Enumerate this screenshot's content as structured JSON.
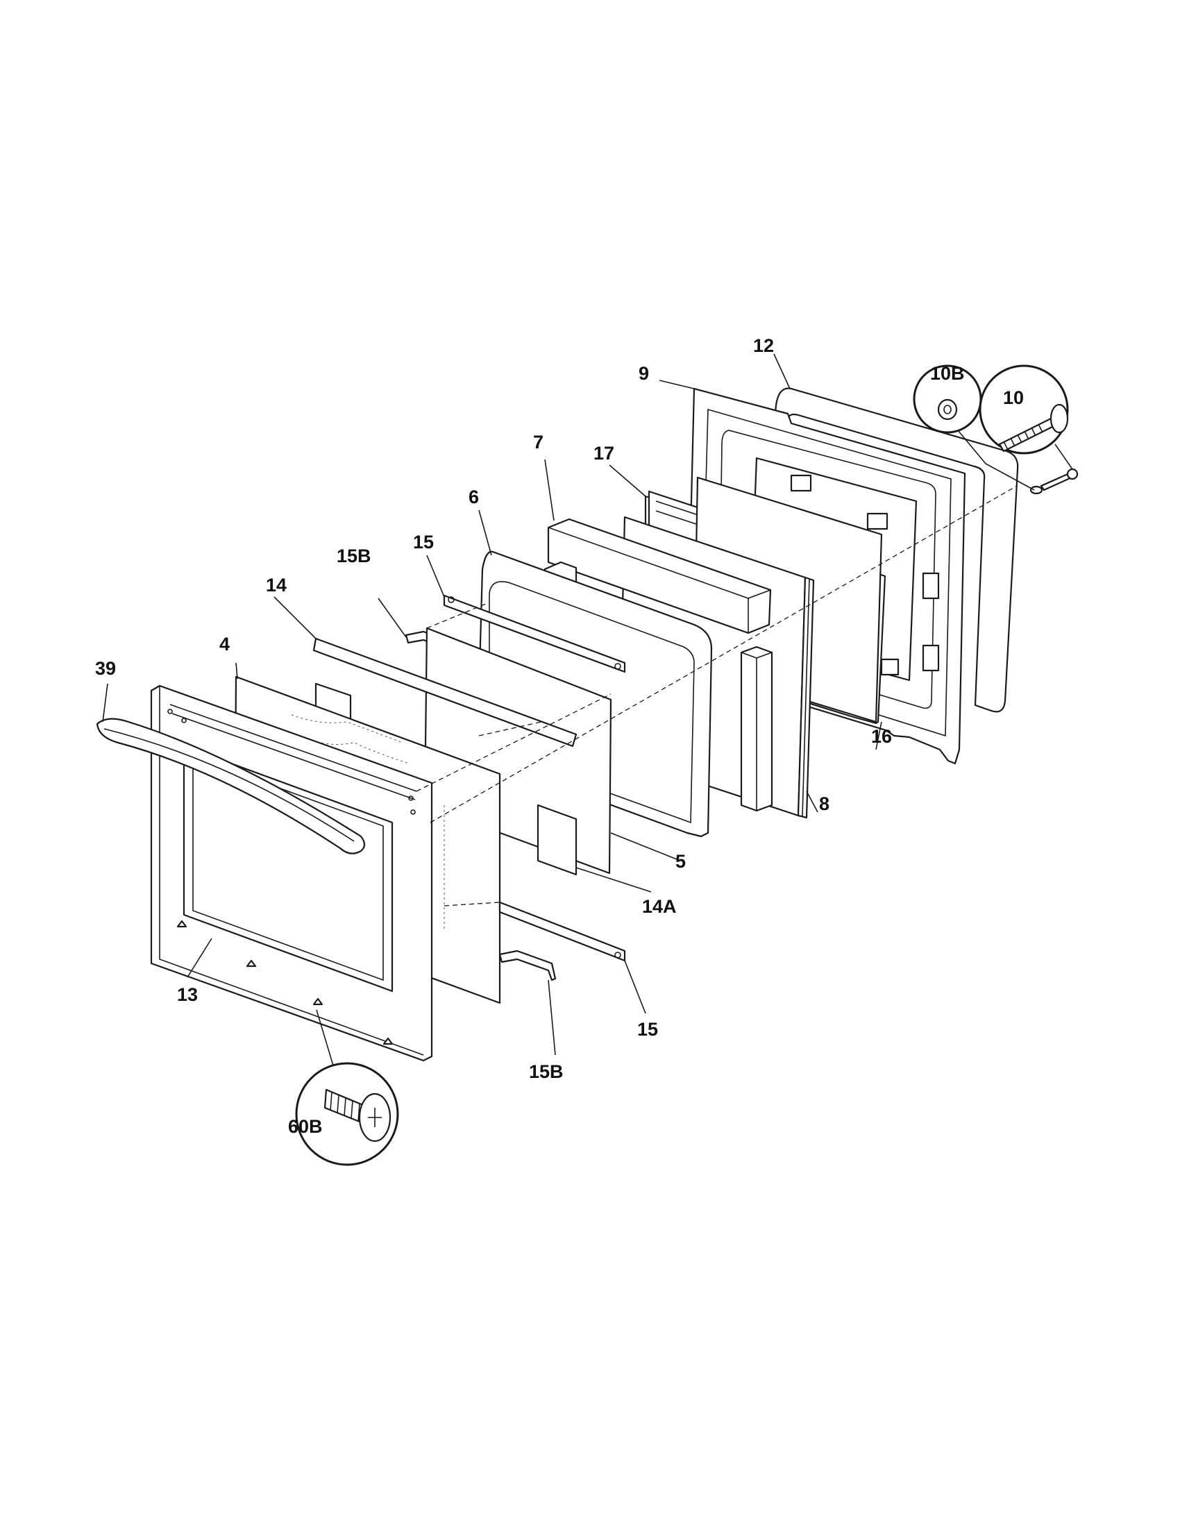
{
  "callouts": {
    "c12": "12",
    "c9": "9",
    "c10b": "10B",
    "c10": "10",
    "c7": "7",
    "c17": "17",
    "c6": "6",
    "c15_top": "15",
    "c15b_top": "15B",
    "c14": "14",
    "c4": "4",
    "c39": "39",
    "c16": "16",
    "c8": "8",
    "c5": "5",
    "c14a": "14A",
    "c13": "13",
    "c15_bottom": "15",
    "c15b_bottom": "15B",
    "c60b": "60B"
  }
}
